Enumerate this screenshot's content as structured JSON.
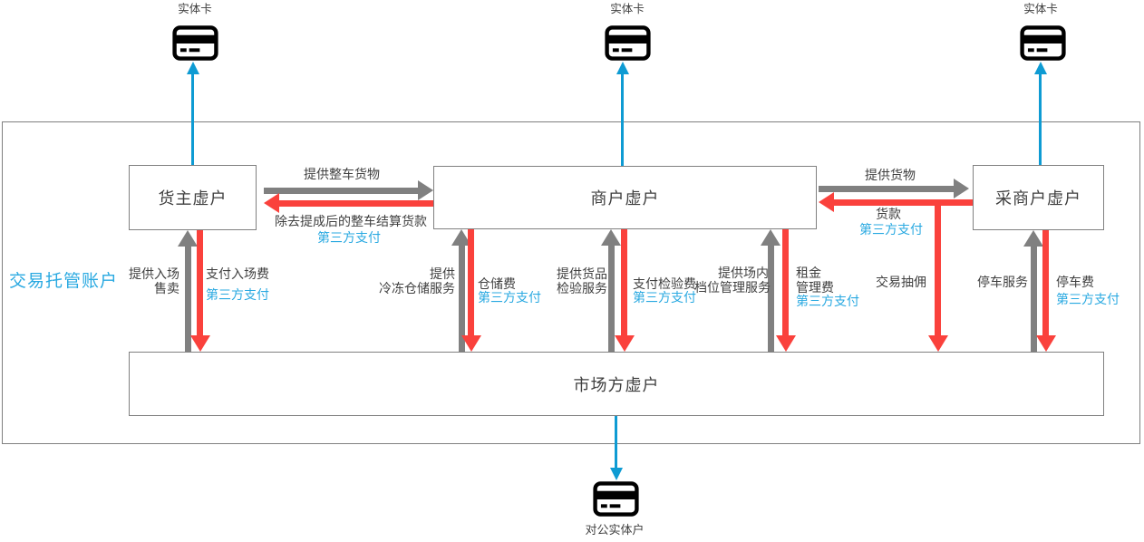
{
  "title": "交易托管账户",
  "cards": {
    "top_left": "实体卡",
    "top_middle": "实体卡",
    "top_right": "实体卡",
    "bottom": "对公实体户"
  },
  "boxes": {
    "cargo_owner": "货主虚户",
    "merchant": "商户虚户",
    "buyer_merchant": "采商户虚户",
    "market": "市场方虚户"
  },
  "flows": {
    "truck_goods": {
      "goods": "提供整车货物",
      "payment": "除去提成后的整车结算货款",
      "via": "第三方支付"
    },
    "goods_supply": {
      "goods": "提供货物",
      "payment": "货款",
      "via": "第三方支付"
    },
    "entry": {
      "service1": "提供入场",
      "service2": "售卖",
      "fee": "支付入场费",
      "via": "第三方支付"
    },
    "storage": {
      "service1": "提供",
      "service2": "冷冻仓储服务",
      "fee": "仓储费",
      "via": "第三方支付"
    },
    "inspection": {
      "service1": "提供货品",
      "service2": "检验服务",
      "fee": "支付检验费",
      "via": "第三方支付"
    },
    "stall": {
      "service1": "提供场内",
      "service2": "档位管理服务",
      "fee1": "租金",
      "fee2": "管理费",
      "via": "第三方支付"
    },
    "commission": {
      "label": "交易抽佣"
    },
    "parking": {
      "service": "停车服务",
      "fee": "停车费",
      "via": "第三方支付"
    }
  },
  "colors": {
    "arrow_blue": "#0e9bd3",
    "text_blue": "#29a9e1",
    "arrow_red": "#fa413c",
    "arrow_gray": "#808080",
    "border_gray": "#7f7f7f",
    "text_dark": "#3f3f3f"
  }
}
